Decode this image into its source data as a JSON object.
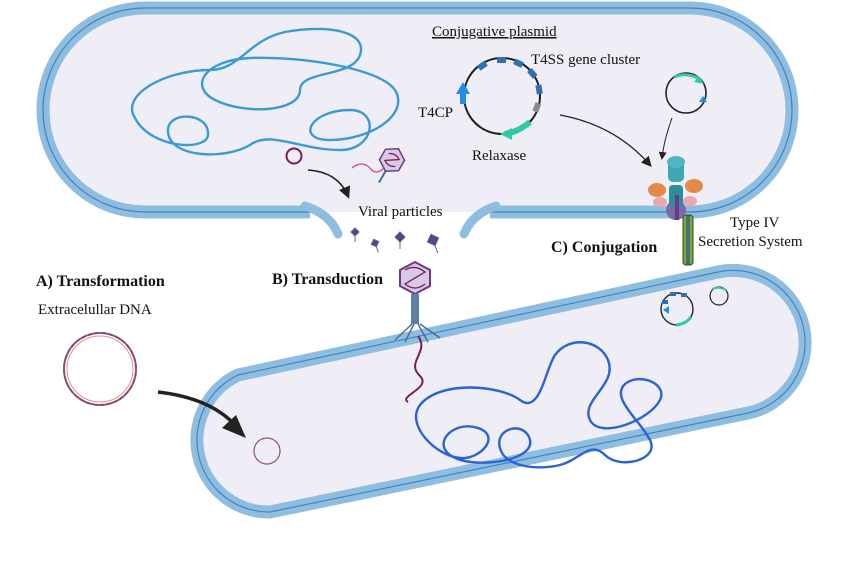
{
  "labels": {
    "conjugative_plasmid": "Conjugative plasmid",
    "t4ss_gene_cluster": "T4SS gene cluster",
    "t4cp": "T4CP",
    "relaxase": "Relaxase",
    "viral_particles": "Viral particles",
    "transformation": "A) Transformation",
    "extracellular_dna": "Extracelullar DNA",
    "transduction": "B) Transduction",
    "conjugation": "C) Conjugation",
    "type_iv_line1": "Type IV",
    "type_iv_line2": "Secretion System"
  },
  "colors": {
    "cell_wall": "#8fbde0",
    "cell_wall_edge": "#3f85c2",
    "cytoplasm": "#efedf6",
    "donor_chromosome": "#3a9ad8",
    "recipient_chromosome": "#2a63d8",
    "plasmid_segment": "#2f6fb2",
    "t4cp_arrow": "#1e8fe8",
    "relaxase_arrow": "#2ec9a6",
    "gray_segment": "#8a8a8a",
    "virus_purple": "#6a3a86",
    "virus_tail": "#4a6e96",
    "viral_dna": "#7a1d58",
    "extracellular_dna_red": "#d0443e",
    "extracellular_dna_blue": "#4a56a8",
    "secretion_teal": "#2a8f99",
    "secretion_orange": "#e38a4b",
    "secretion_pink": "#e9a7ae",
    "secretion_green": "#7aa83c",
    "arrow_dark": "#222222"
  },
  "icons": [
    "conjugative-plasmid-icon",
    "small-plasmid-icon",
    "bacteriophage-icon",
    "secretion-system-icon",
    "dna-circle-icon"
  ]
}
